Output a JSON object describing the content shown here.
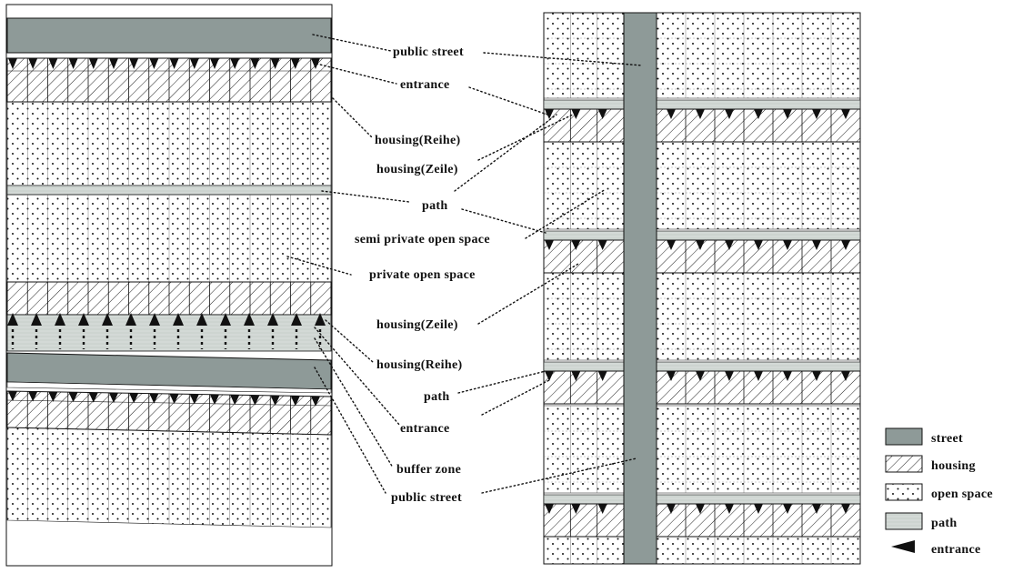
{
  "colors": {
    "street": "#8e9a98",
    "path": "#d3d9d6",
    "line": "#111111",
    "housing_hatch": "#222222",
    "background": "#ffffff"
  },
  "left_plan": {
    "labels": {
      "public_street_top": "public street",
      "entrance_top": "entrance",
      "housing_reihe_top": "housing(Reihe)",
      "path_upper": "path",
      "private_open_space": "private open space",
      "housing_reihe_bottom": "housing(Reihe)",
      "entrance_bottom": "entrance",
      "buffer_zone": "buffer zone",
      "public_street_bottom": "public street"
    }
  },
  "right_plan": {
    "labels": {
      "housing_zeile_top": "housing(Zeile)",
      "semi_private_open_space": "semi private open space",
      "housing_zeile_middle": "housing(Zeile)",
      "path_lower": "path"
    }
  },
  "legend": {
    "items": [
      {
        "key": "street",
        "label": "street",
        "icon": "street-swatch-icon"
      },
      {
        "key": "housing",
        "label": "housing",
        "icon": "housing-hatch-swatch-icon"
      },
      {
        "key": "open_space",
        "label": "open space",
        "icon": "open-space-dots-swatch-icon"
      },
      {
        "key": "path",
        "label": "path",
        "icon": "path-swatch-icon"
      },
      {
        "key": "entrance",
        "label": "entrance",
        "icon": "entrance-triangle-icon"
      }
    ]
  }
}
